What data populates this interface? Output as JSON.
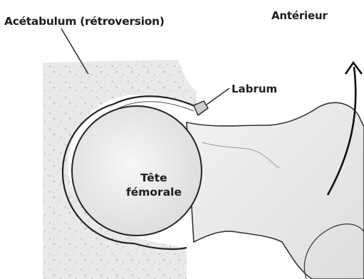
{
  "labels": {
    "acetabulum": "Acétabulum (rétroversion)",
    "anterior": "Antérieur",
    "labrum": "Labrum",
    "femoral_head_line1": "Tête",
    "femoral_head_line2": "fémorale"
  },
  "colors": {
    "ink": "#1e1e1e",
    "bone_fill": "#e9e9e9",
    "bone_texture": "#cfcfcf",
    "head_fill": "#f1f1f1",
    "neck_fill": "#ededed"
  },
  "icons": {
    "rotation_arrow": "curved-arrow-up-icon"
  }
}
